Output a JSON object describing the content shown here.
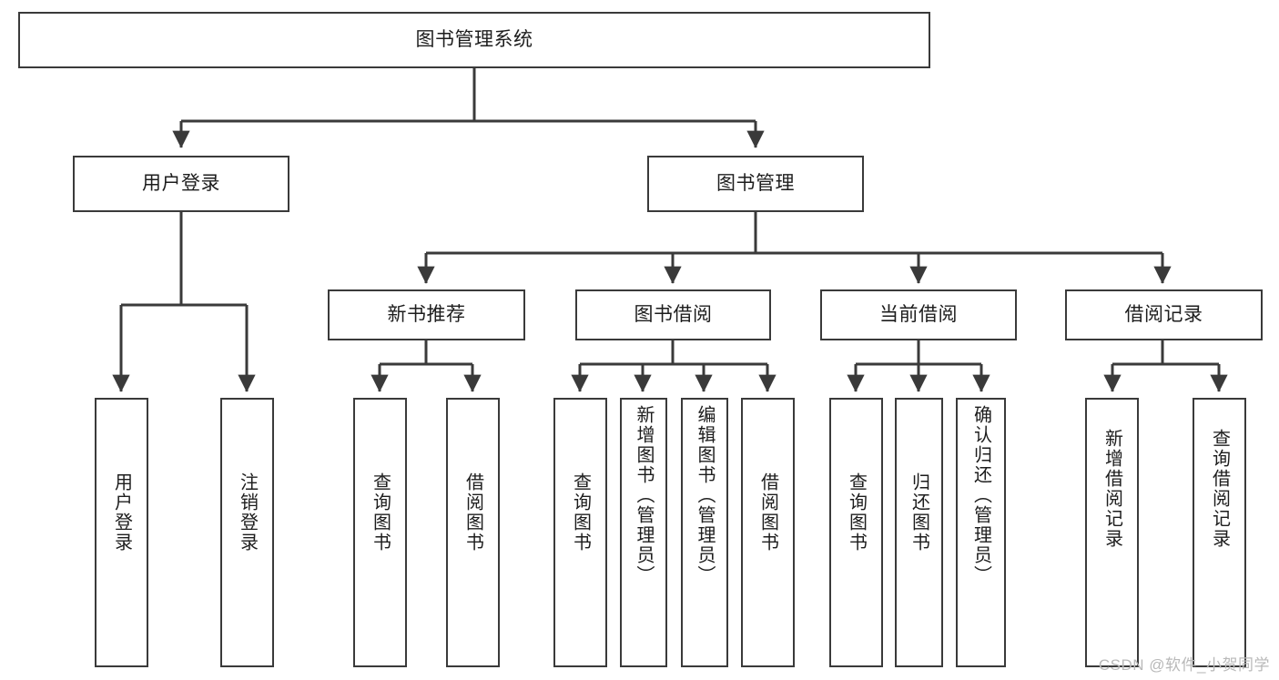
{
  "diagram": {
    "title": "图书管理系统",
    "type": "tree",
    "watermark": "CSDN @软件_小贺同学",
    "colors": {
      "box_border": "#3a3a3a",
      "box_fill": "#ffffff",
      "edge": "#3a3a3a",
      "text": "#1d1d1d",
      "watermark": "#b9b9b9"
    },
    "nodes": {
      "root": {
        "label": "图书管理系统"
      },
      "level2": [
        {
          "id": "user_login",
          "label": "用户登录"
        },
        {
          "id": "book_mgmt",
          "label": "图书管理"
        }
      ],
      "level3": [
        {
          "id": "new_book_rec",
          "label": "新书推荐"
        },
        {
          "id": "book_borrow",
          "label": "图书借阅"
        },
        {
          "id": "current_borrow",
          "label": "当前借阅"
        },
        {
          "id": "borrow_record",
          "label": "借阅记录"
        }
      ],
      "leaves": {
        "user_login": [
          {
            "id": "leaf_user_login",
            "label": "用户登录"
          },
          {
            "id": "leaf_logout",
            "label": "注销登录"
          }
        ],
        "new_book_rec": [
          {
            "id": "leaf_query_book_1",
            "label": "查询图书"
          },
          {
            "id": "leaf_borrow_book_1",
            "label": "借阅图书"
          }
        ],
        "book_borrow": [
          {
            "id": "leaf_query_book_2",
            "label": "查询图书"
          },
          {
            "id": "leaf_add_book",
            "label": "新增图书（管理员）"
          },
          {
            "id": "leaf_edit_book",
            "label": "编辑图书（管理员）"
          },
          {
            "id": "leaf_borrow_book_2",
            "label": "借阅图书"
          }
        ],
        "current_borrow": [
          {
            "id": "leaf_query_book_3",
            "label": "查询图书"
          },
          {
            "id": "leaf_return_book",
            "label": "归还图书"
          },
          {
            "id": "leaf_confirm_return",
            "label": "确认归还（管理员）"
          }
        ],
        "borrow_record": [
          {
            "id": "leaf_add_record",
            "label": "新增借阅记录"
          },
          {
            "id": "leaf_query_record",
            "label": "查询借阅记录"
          }
        ]
      }
    }
  }
}
